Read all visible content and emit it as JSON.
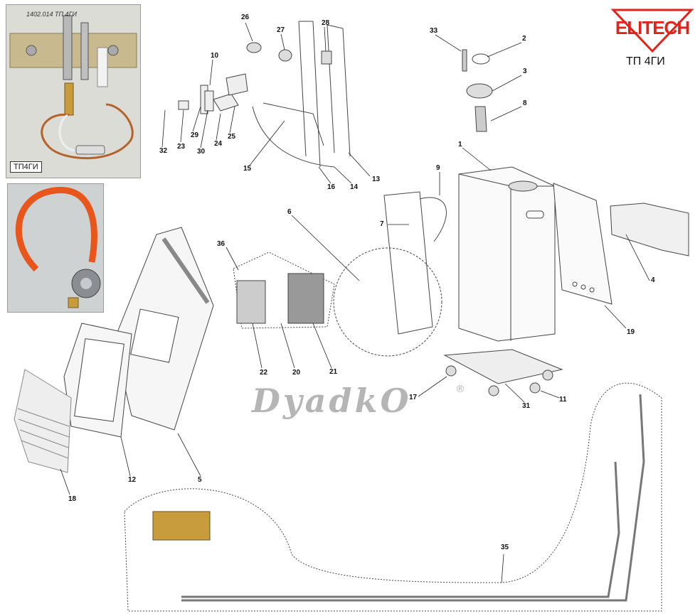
{
  "brand": {
    "name": "ELITECH",
    "model": "ТП 4ГИ",
    "color": "#e2231a"
  },
  "photos": {
    "valve_label": "ТП4ГИ",
    "valve_scribble": "1402.014 ТП.4ГИ"
  },
  "watermark": {
    "text": "DyadkO",
    "mark": "®"
  },
  "callouts": [
    {
      "id": "n1",
      "text": "1"
    },
    {
      "id": "n2",
      "text": "2"
    },
    {
      "id": "n3",
      "text": "3"
    },
    {
      "id": "n4",
      "text": "4"
    },
    {
      "id": "n5",
      "text": "5"
    },
    {
      "id": "n6",
      "text": "6"
    },
    {
      "id": "n7",
      "text": "7"
    },
    {
      "id": "n8",
      "text": "8"
    },
    {
      "id": "n9",
      "text": "9"
    },
    {
      "id": "n10",
      "text": "10"
    },
    {
      "id": "n11",
      "text": "11"
    },
    {
      "id": "n12",
      "text": "12"
    },
    {
      "id": "n13",
      "text": "13"
    },
    {
      "id": "n14",
      "text": "14"
    },
    {
      "id": "n15",
      "text": "15"
    },
    {
      "id": "n16",
      "text": "16"
    },
    {
      "id": "n17",
      "text": "17"
    },
    {
      "id": "n18",
      "text": "18"
    },
    {
      "id": "n19",
      "text": "19"
    },
    {
      "id": "n20",
      "text": "20"
    },
    {
      "id": "n21",
      "text": "21"
    },
    {
      "id": "n22",
      "text": "22"
    },
    {
      "id": "n23",
      "text": "23"
    },
    {
      "id": "n24",
      "text": "24"
    },
    {
      "id": "n25",
      "text": "25"
    },
    {
      "id": "n26",
      "text": "26"
    },
    {
      "id": "n27",
      "text": "27"
    },
    {
      "id": "n28",
      "text": "28"
    },
    {
      "id": "n29",
      "text": "29"
    },
    {
      "id": "n30",
      "text": "30"
    },
    {
      "id": "n31",
      "text": "31"
    },
    {
      "id": "n32",
      "text": "32"
    },
    {
      "id": "n33",
      "text": "33"
    },
    {
      "id": "n35",
      "text": "35"
    },
    {
      "id": "n36",
      "text": "36"
    }
  ]
}
